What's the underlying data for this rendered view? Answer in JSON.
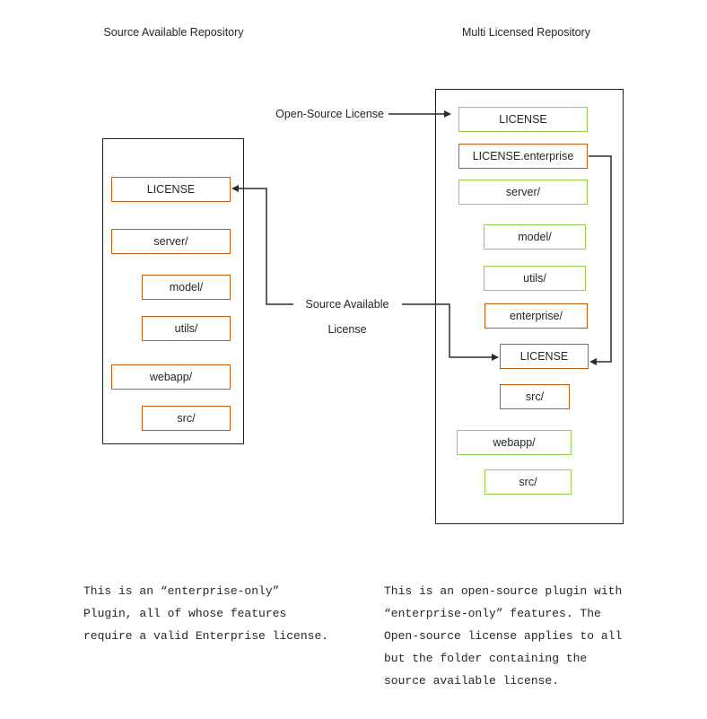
{
  "titles": {
    "left": "Source Available Repository",
    "right": "Multi Licensed Repository"
  },
  "connector_labels": {
    "open_source": "Open-Source License",
    "source_available": "Source Available\nLicense"
  },
  "left_repo": {
    "items": [
      {
        "label": "LICENSE",
        "color": "orange"
      },
      {
        "label": "server/",
        "color": "orange"
      },
      {
        "label": "model/",
        "color": "orange"
      },
      {
        "label": "utils/",
        "color": "orange"
      },
      {
        "label": "webapp/",
        "color": "orange"
      },
      {
        "label": "src/",
        "color": "orange"
      }
    ]
  },
  "right_repo": {
    "items": [
      {
        "label": "LICENSE",
        "color": "green"
      },
      {
        "label": "LICENSE.enterprise",
        "color": "orange"
      },
      {
        "label": "server/",
        "color": "green"
      },
      {
        "label": "model/",
        "color": "green"
      },
      {
        "label": "utils/",
        "color": "green"
      },
      {
        "label": "enterprise/",
        "color": "orange"
      },
      {
        "label": "LICENSE",
        "color": "orange"
      },
      {
        "label": "src/",
        "color": "orange"
      },
      {
        "label": "webapp/",
        "color": "green"
      },
      {
        "label": "src/",
        "color": "green"
      }
    ]
  },
  "notes": {
    "left": "This is an “enterprise-only”\nPlugin, all of whose features\nrequire a valid Enterprise license.",
    "right": "This is an open-source plugin with\n“enterprise-only” features. The\nOpen-source license applies to all\nbut the folder containing the\nsource available license."
  },
  "colors": {
    "orange": "#C55A11",
    "green": "#92D050",
    "outline": "#1f1f1f",
    "line": "#2b2b2b",
    "text": "#262626"
  }
}
